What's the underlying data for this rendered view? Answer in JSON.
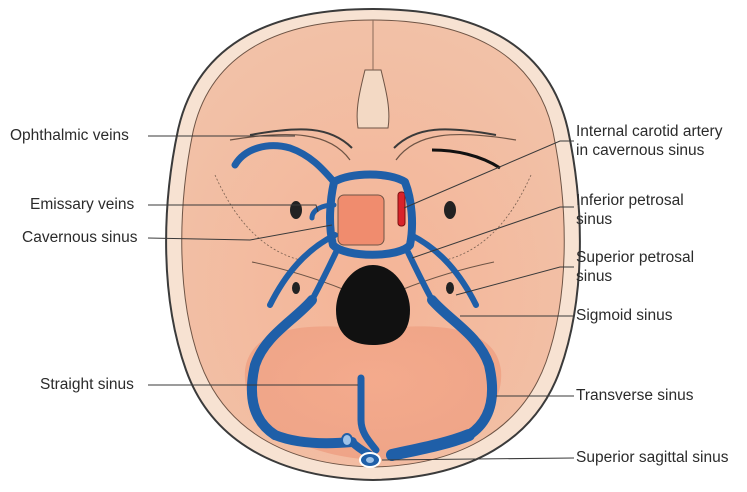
{
  "diagram": {
    "labels_left": [
      {
        "id": "ophthalmic",
        "text": "Ophthalmic veins"
      },
      {
        "id": "emissary",
        "text": "Emissary veins"
      },
      {
        "id": "cavernous",
        "text": "Cavernous sinus"
      },
      {
        "id": "straight",
        "text": "Straight sinus"
      }
    ],
    "labels_right": [
      {
        "id": "carotid",
        "lines": [
          "Internal carotid artery",
          "in cavernous sinus"
        ]
      },
      {
        "id": "inf_petrosal",
        "lines": [
          "Inferior petrosal",
          "sinus"
        ]
      },
      {
        "id": "sup_petrosal",
        "lines": [
          "Superior petrosal",
          "sinus"
        ]
      },
      {
        "id": "sigmoid",
        "lines": [
          "Sigmoid sinus"
        ]
      },
      {
        "id": "transverse",
        "lines": [
          "Transverse sinus"
        ]
      },
      {
        "id": "sup_sagittal",
        "lines": [
          "Superior sagittal sinus"
        ]
      }
    ],
    "colors": {
      "skull_outline": "#3b3b3b",
      "bone": "#f3d9c4",
      "fossa": "#f2b59a",
      "fossa_deep": "#ee9f80",
      "vein": "#1f5fa8",
      "artery": "#d8232a",
      "foramen": "#111111"
    }
  }
}
